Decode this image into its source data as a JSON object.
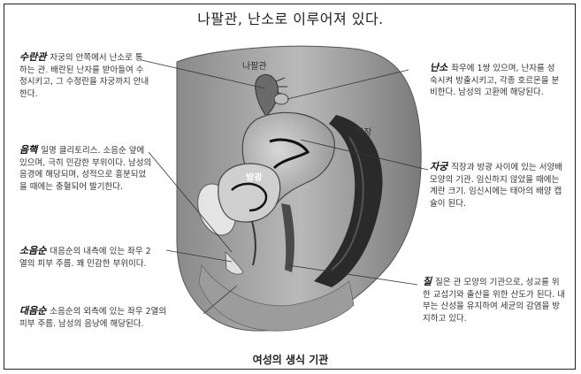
{
  "title": "나팔관, 난소로 이루어져 있다.",
  "caption": "여성의 생식 기관",
  "labels": {
    "fallopian": "나팔관",
    "rectum": "직장",
    "bladder": "방광"
  },
  "notes": {
    "sugwan": {
      "term": "수란관",
      "text": "자궁의 안쪽에서 난소로 통하는 관. 배란된 난자를 받아들여 수정시키고, 그 수정란을 자궁까지 안내한다."
    },
    "eumhaek": {
      "term": "음핵",
      "text": "일명 클리토리스. 소음순 앞에 있으며, 극히 민감한 부위이다. 남성의 음경에 해당되며, 성적으로 흥분되었을 때에는 충혈되어 발기한다."
    },
    "soeumsun": {
      "term": "소음순",
      "text": "대음순의 내측에 있는 좌우 2열의 피부 주름. 꽤 민감한 부위이다."
    },
    "daeeumsun": {
      "term": "대음순",
      "text": "소음순의 외측에 있는 좌우 2열의 피부 주름. 남성의 음낭에 해당된다."
    },
    "nanso": {
      "term": "난소",
      "text": "좌우에 1쌍 있으며, 난자를 성숙시켜 방출시키고, 각종 호르몬을 분비한다. 남성의 고환에 해당된다."
    },
    "jagung": {
      "term": "자궁",
      "text": "직장과 방광 사이에 있는 서양배 모양의 기관. 임신하지 않았을 때에는 계란 크기. 임신시에는 태아의 배양 캡슐이 된다."
    },
    "jil": {
      "term": "질",
      "text": "질은 관 모양의 기관으로, 성교를 위한 교섭기와 출산을 위한 산도가 된다. 내부는 산성을 유지하여 세균의 감염을 방지하고 있다."
    }
  }
}
